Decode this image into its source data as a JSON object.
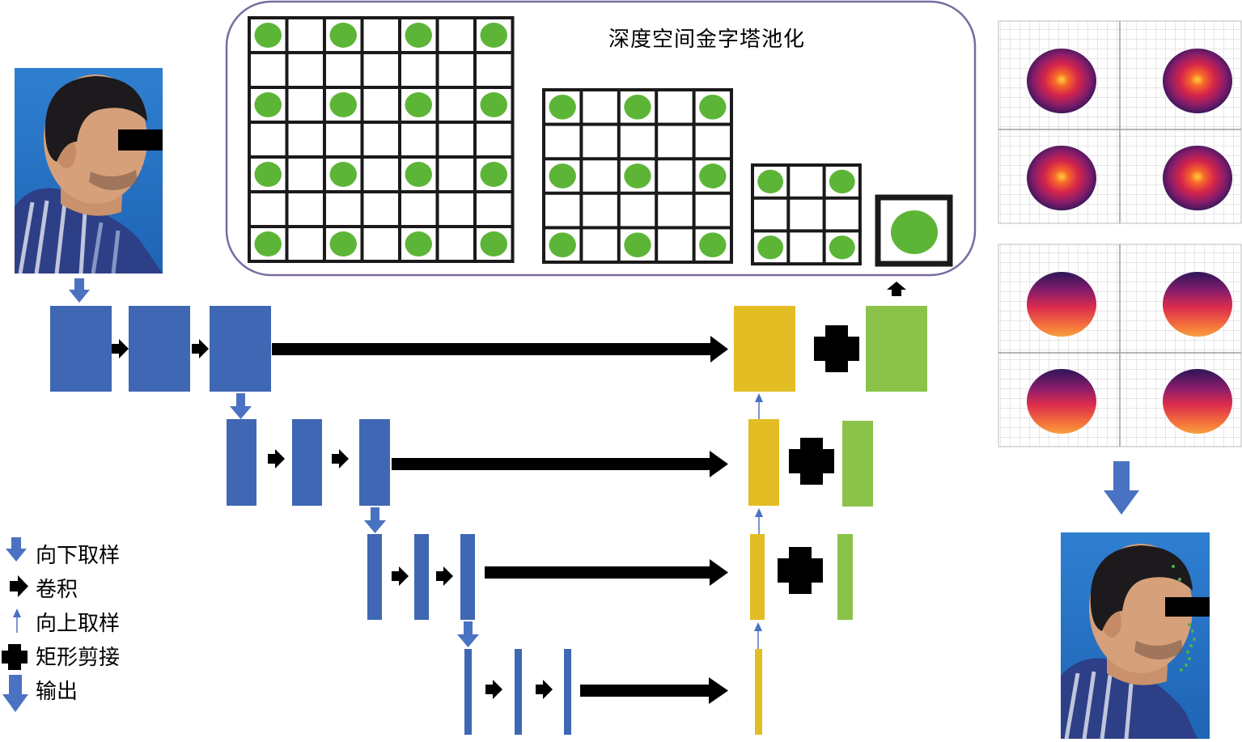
{
  "pyramid": {
    "title": "深度空间金字塔池化"
  },
  "legend": {
    "items": [
      {
        "id": "down",
        "label": "向下取样",
        "icon": "down-arrow-icon"
      },
      {
        "id": "conv",
        "label": "卷积",
        "icon": "right-arrow-icon"
      },
      {
        "id": "up",
        "label": "向上取样",
        "icon": "thin-up-arrow-icon"
      },
      {
        "id": "crop",
        "label": "矩形剪接",
        "icon": "crop-splice-icon"
      },
      {
        "id": "out",
        "label": "输出",
        "icon": "output-arrow-icon"
      }
    ]
  },
  "colors": {
    "encoder": "#3f67b3",
    "decoder": "#e3bd24",
    "skip": "#8bc34a",
    "dot": "#5db537",
    "arrow_blue": "#4a72c2",
    "frame": "#7a6aa0"
  },
  "images": {
    "input_photo": "input-face-photo",
    "output_photo": "output-face-photo-with-landmarks",
    "heatmap_top": "gaussian-heatmap-grid",
    "heatmap_bottom": "offset-heatmap-grid"
  }
}
